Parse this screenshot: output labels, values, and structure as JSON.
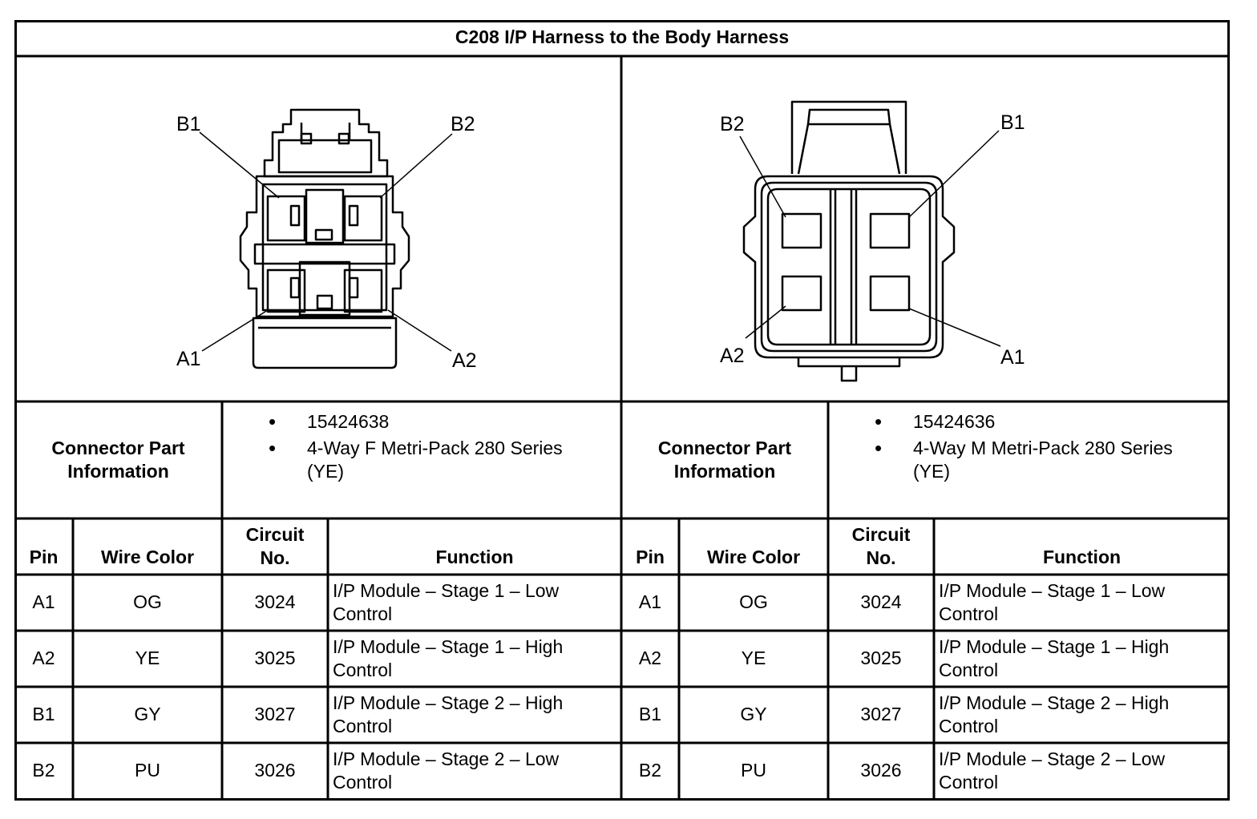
{
  "title": "C208 I/P Harness to the Body Harness",
  "left_connector": {
    "labels": {
      "b1": "B1",
      "b2": "B2",
      "a1": "A1",
      "a2": "A2"
    },
    "part_info_header": [
      "Connector Part",
      "Information"
    ],
    "part_info": [
      "15424638",
      "4-Way F Metri-Pack 280 Series",
      "(YE)"
    ]
  },
  "right_connector": {
    "labels": {
      "b1": "B1",
      "b2": "B2",
      "a1": "A1",
      "a2": "A2"
    },
    "part_info_header": [
      "Connector Part",
      "Information"
    ],
    "part_info": [
      "15424636",
      "4-Way M Metri-Pack 280 Series",
      "(YE)"
    ]
  },
  "table_headers": {
    "pin": "Pin",
    "wire_color": "Wire Color",
    "circuit": [
      "Circuit",
      "No."
    ],
    "function": "Function"
  },
  "rows": [
    {
      "pin": "A1",
      "color": "OG",
      "circuit": "3024",
      "function": [
        "I/P Module – Stage 1 – Low",
        "Control"
      ]
    },
    {
      "pin": "A2",
      "color": "YE",
      "circuit": "3025",
      "function": [
        "I/P Module – Stage 1 – High",
        "Control"
      ]
    },
    {
      "pin": "B1",
      "color": "GY",
      "circuit": "3027",
      "function": [
        "I/P Module – Stage 2 – High",
        "Control"
      ]
    },
    {
      "pin": "B2",
      "color": "PU",
      "circuit": "3026",
      "function": [
        "I/P Module – Stage 2 – Low",
        "Control"
      ]
    }
  ]
}
